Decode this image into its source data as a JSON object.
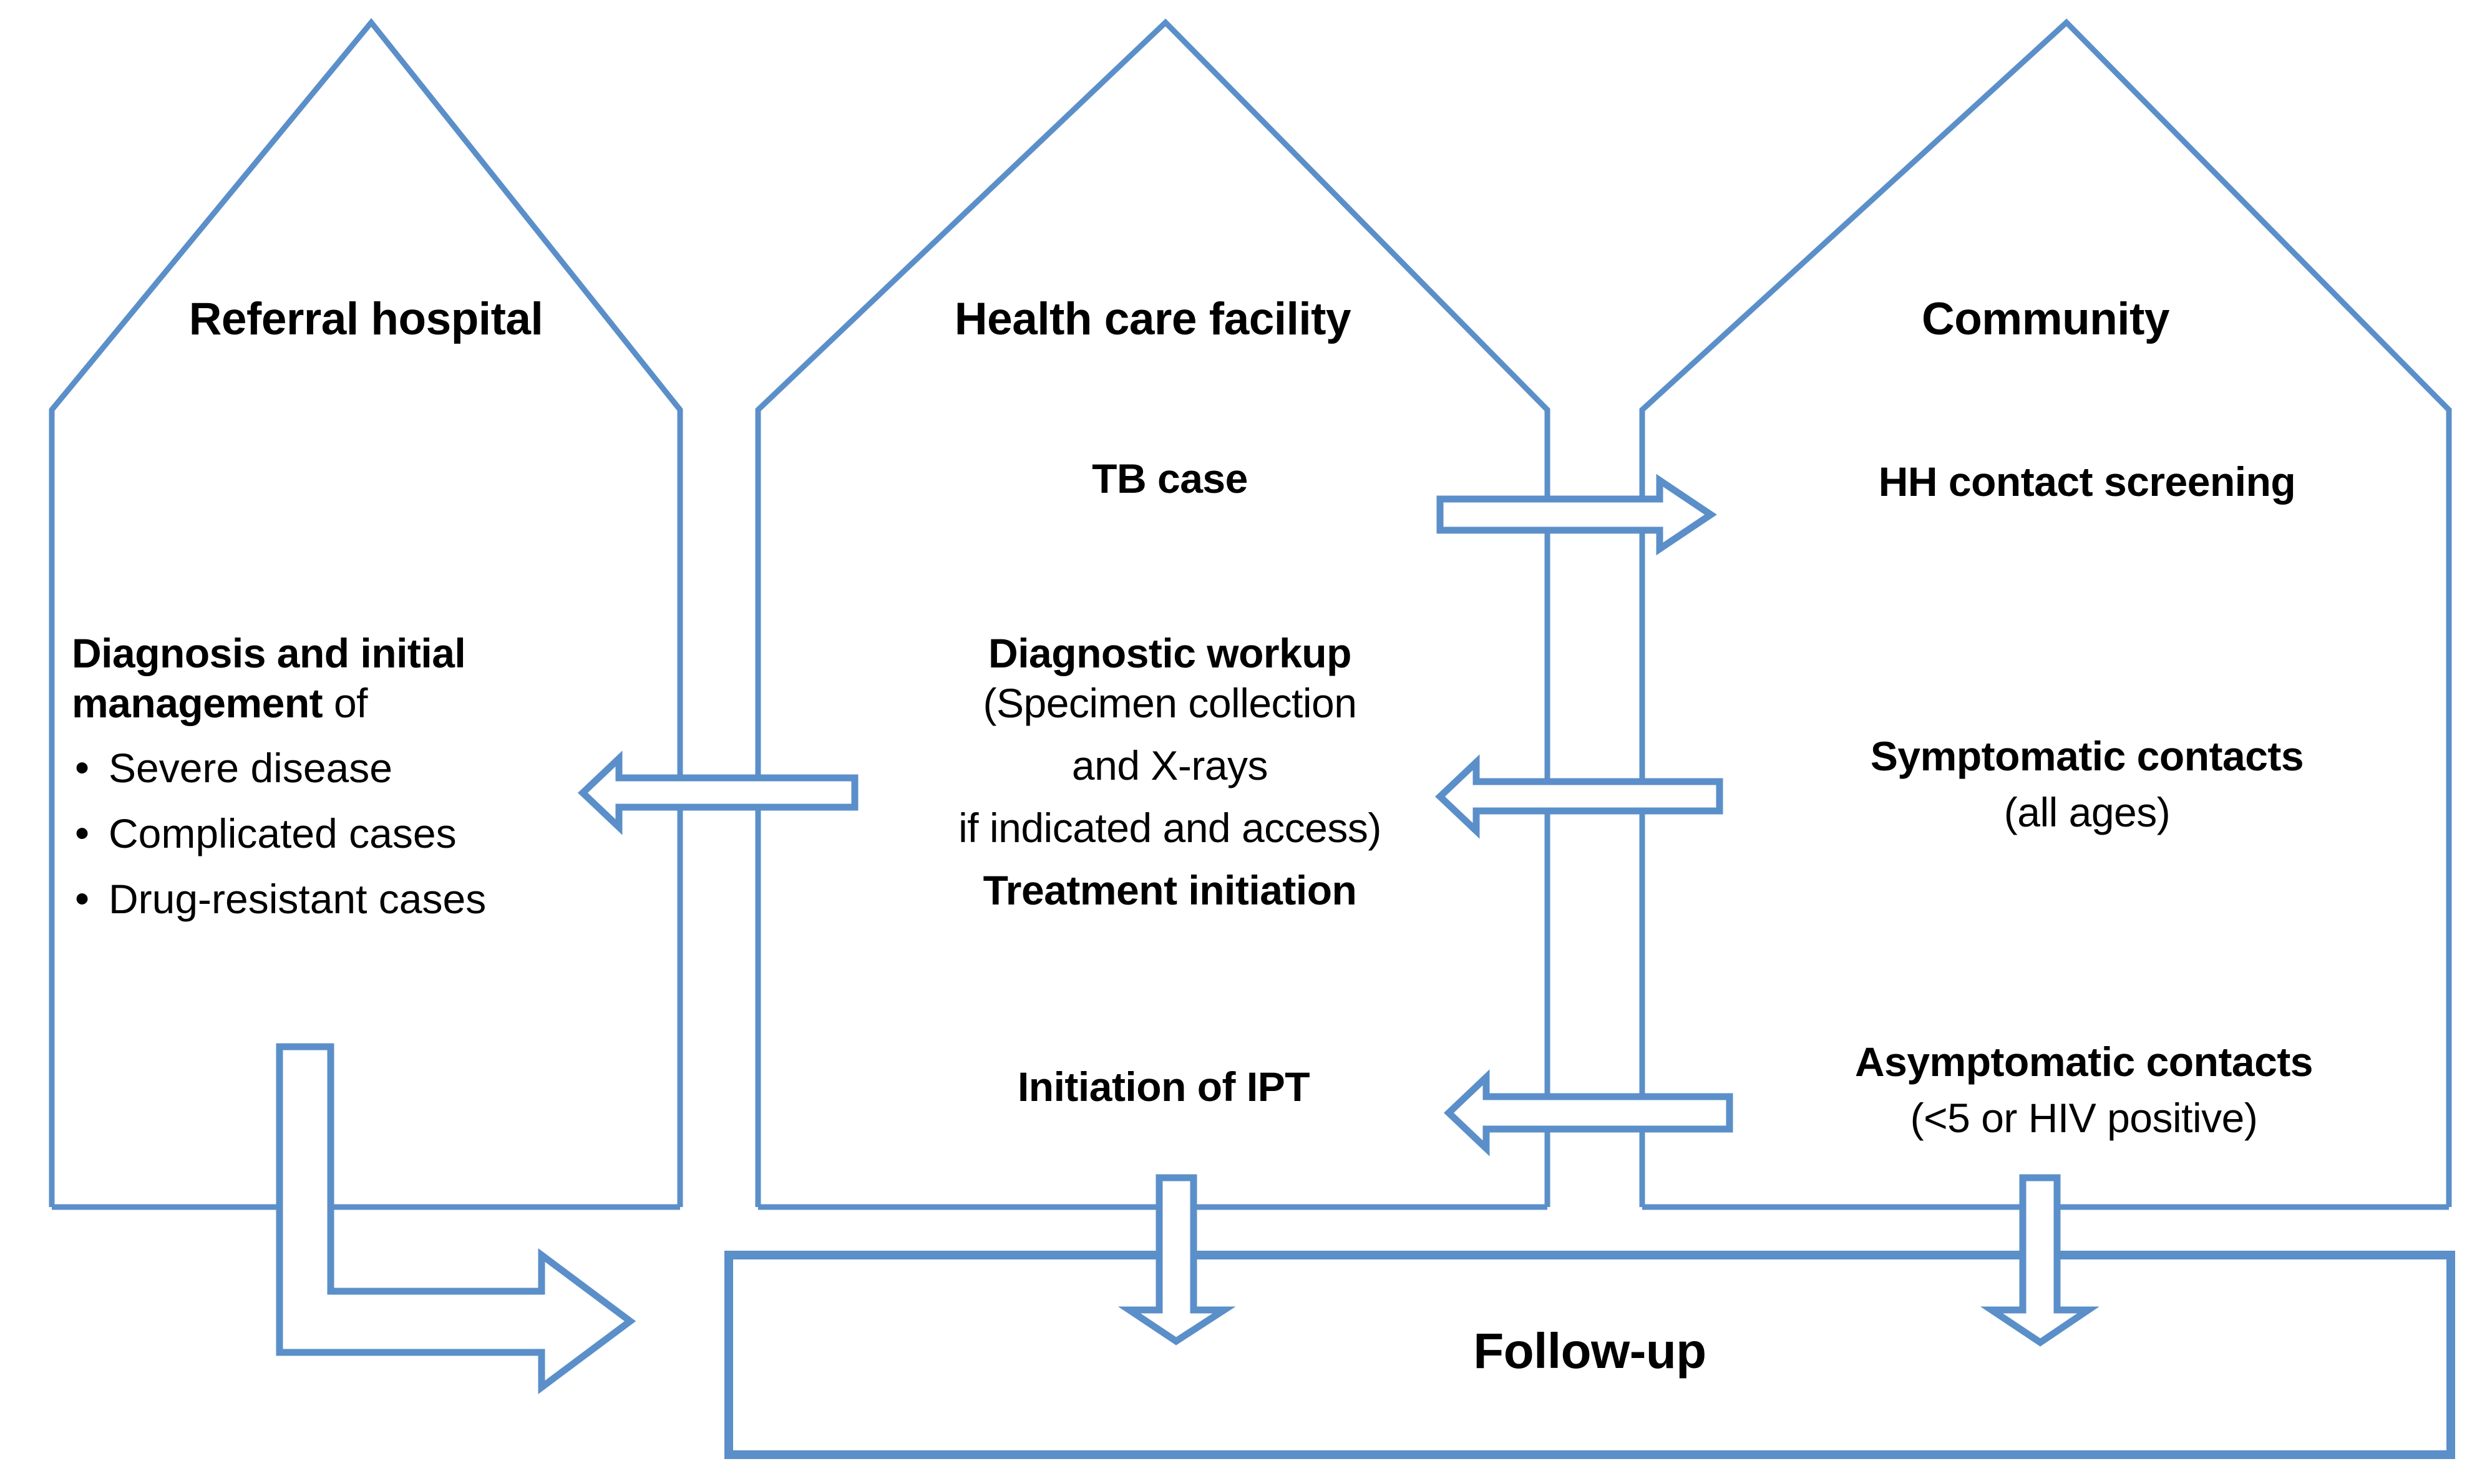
{
  "diagram": {
    "title_hidden": "",
    "accent_color": "#5b8fc9",
    "text_color": "#000000",
    "background": "#ffffff"
  },
  "houses": [
    {
      "id": "referral-hospital",
      "title": "Referral hospital",
      "heading_bold": "Diagnosis and initial",
      "heading_line2_bold": "management",
      "heading_line2_rest": " of",
      "bullets": [
        "Severe disease",
        "Complicated cases",
        "Drug-resistant cases"
      ]
    },
    {
      "id": "health-care-facility",
      "title": "Health care facility",
      "items": [
        {
          "text": "TB case",
          "bold": true
        },
        {
          "text": "Diagnostic workup",
          "bold": true
        },
        {
          "text": "(Specimen collection",
          "bold": false
        },
        {
          "text": "and X-rays",
          "bold": false
        },
        {
          "text": "if indicated and access)",
          "bold": false
        },
        {
          "text": "Treatment initiation",
          "bold": true
        },
        {
          "text": "Initiation of IPT",
          "bold": true
        }
      ]
    },
    {
      "id": "community",
      "title": "Community",
      "items": [
        {
          "text": "HH contact screening",
          "bold": true
        },
        {
          "text": "Symptomatic contacts",
          "bold": true
        },
        {
          "text": "(all ages)",
          "bold": false
        },
        {
          "text": "Asymptomatic contacts",
          "bold": true
        },
        {
          "text": "(<5 or HIV positive)",
          "bold": false
        }
      ]
    }
  ],
  "followup": {
    "label": "Follow-up"
  },
  "arrows": [
    {
      "name": "hh-contact-screening-arrow",
      "direction": "right",
      "from": "health-care-facility",
      "to": "community"
    },
    {
      "name": "symptomatic-contacts-arrow",
      "direction": "left",
      "from": "community",
      "to": "health-care-facility"
    },
    {
      "name": "referral-arrow",
      "direction": "left",
      "from": "health-care-facility",
      "to": "referral-hospital"
    },
    {
      "name": "asymptomatic-contacts-arrow",
      "direction": "left",
      "from": "community",
      "to": "health-care-facility"
    },
    {
      "name": "referral-to-followup-arrow",
      "direction": "right-elbow",
      "from": "referral-hospital",
      "to": "followup"
    },
    {
      "name": "facility-to-followup-arrow",
      "direction": "down",
      "from": "health-care-facility",
      "to": "followup"
    },
    {
      "name": "community-to-followup-arrow",
      "direction": "down",
      "from": "community",
      "to": "followup"
    }
  ]
}
